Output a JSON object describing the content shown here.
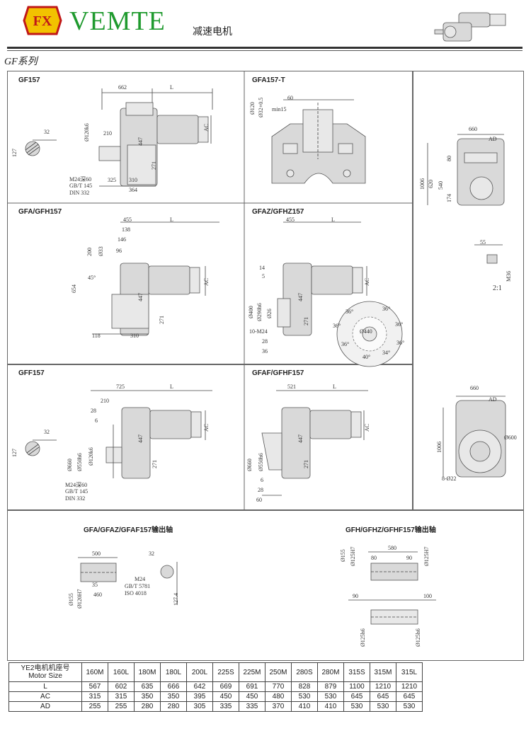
{
  "header": {
    "logo_text": "FX",
    "brand": "VEMTE",
    "product": "减速电机",
    "series": "GF系列"
  },
  "panels": {
    "gf": {
      "title": "GF157",
      "dims": [
        "662",
        "L",
        "32",
        "127",
        "Ø120k6",
        "210",
        "447",
        "AC",
        "271",
        "325",
        "310",
        "364",
        "M24深60",
        "GB/T 145",
        "DIN 332"
      ]
    },
    "gfa_t": {
      "title": "GFA157-T",
      "dims": [
        "60",
        "min15",
        "Ø120",
        "Ø32+0.5"
      ]
    },
    "side": {
      "dims": [
        "660",
        "AD",
        "80",
        "1006",
        "620",
        "540",
        "174",
        "55",
        "M36",
        "2:1"
      ]
    },
    "gfa": {
      "title": "GFA/GFH157",
      "dims": [
        "455",
        "L",
        "138",
        "146",
        "200",
        "96",
        "Ø33",
        "654",
        "AC",
        "447",
        "271",
        "118",
        "310",
        "45°"
      ]
    },
    "gfaz": {
      "title": "GFAZ/GFHZ157",
      "dims": [
        "455",
        "L",
        "14",
        "5",
        "AC",
        "447",
        "Ø400",
        "Ø290h6",
        "Ø26",
        "271",
        "10-M24",
        "28",
        "36",
        "36°",
        "36°",
        "36°",
        "36°",
        "36°",
        "36°",
        "40°",
        "34°",
        "Ø440"
      ]
    },
    "gff": {
      "title": "GFF157",
      "dims": [
        "725",
        "L",
        "210",
        "28",
        "6",
        "AC",
        "447",
        "Ø660",
        "Ø550h6",
        "Ø120k6",
        "271",
        "M24深60",
        "GB/T 145",
        "DIN 332"
      ]
    },
    "gfaf": {
      "title": "GFAF/GFHF157",
      "dims": [
        "521",
        "L",
        "AC",
        "447",
        "Ø660",
        "Ø550h6",
        "271",
        "6",
        "28",
        "60"
      ]
    },
    "flange": {
      "dims": [
        "660",
        "AD",
        "1006",
        "Ø600",
        "8-Ø22"
      ]
    },
    "out1": {
      "title": "GFA/GFAZ/GFAF157输出轴",
      "dims": [
        "500",
        "32",
        "35",
        "460",
        "Ø155",
        "Ø120H7",
        "M24",
        "GB/T 5781",
        "ISO 4018",
        "127.4"
      ]
    },
    "out2": {
      "title": "GFH/GFHZ/GFHF157输出轴",
      "dims": [
        "580",
        "80",
        "90",
        "90",
        "100",
        "Ø155",
        "Ø125H7",
        "Ø125H7",
        "Ø125h6",
        "Ø125h6"
      ]
    }
  },
  "spec_table": {
    "header_label": "YE2电机机座号",
    "header_sub": "Motor Size",
    "columns": [
      "160M",
      "160L",
      "180M",
      "180L",
      "200L",
      "225S",
      "225M",
      "250M",
      "280S",
      "280M",
      "315S",
      "315M",
      "315L"
    ],
    "rows": [
      {
        "label": "L",
        "values": [
          "567",
          "602",
          "635",
          "666",
          "642",
          "669",
          "691",
          "770",
          "828",
          "879",
          "1100",
          "1210",
          "1210"
        ]
      },
      {
        "label": "AC",
        "values": [
          "315",
          "315",
          "350",
          "350",
          "395",
          "450",
          "450",
          "480",
          "530",
          "530",
          "645",
          "645",
          "645"
        ]
      },
      {
        "label": "AD",
        "values": [
          "255",
          "255",
          "280",
          "280",
          "305",
          "335",
          "335",
          "370",
          "410",
          "410",
          "530",
          "530",
          "530"
        ]
      }
    ]
  }
}
